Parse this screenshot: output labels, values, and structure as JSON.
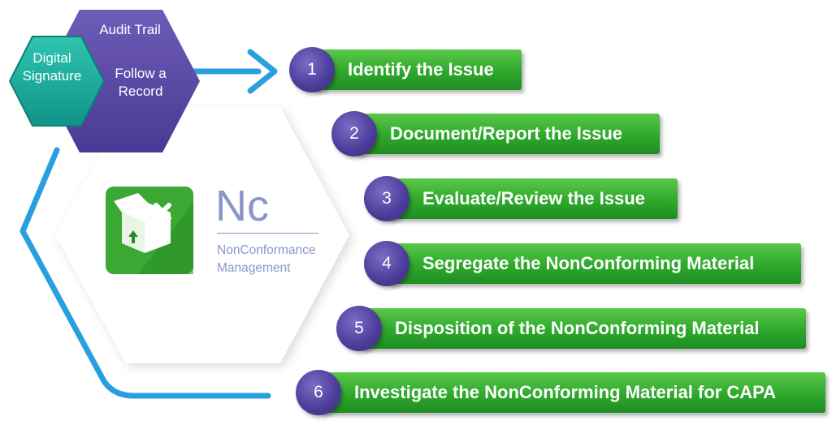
{
  "hexagons": {
    "audit_trail": "Audit Trail",
    "follow_record": "Follow a Record",
    "digital_signature": "Digital Signature"
  },
  "product": {
    "symbol": "Nc",
    "name": "NonConformance Management",
    "icon": "open-box-with-x-icon"
  },
  "steps": [
    {
      "number": "1",
      "label": "Identify the Issue"
    },
    {
      "number": "2",
      "label": "Document/Report the Issue"
    },
    {
      "number": "3",
      "label": "Evaluate/Review the Issue"
    },
    {
      "number": "4",
      "label": "Segregate the NonConforming Material"
    },
    {
      "number": "5",
      "label": "Disposition of the NonConforming Material"
    },
    {
      "number": "6",
      "label": "Investigate the NonConforming Material for CAPA"
    }
  ],
  "colors": {
    "step_green": "#2ea82c",
    "number_purple": "#4b3b98",
    "hex_purple": "#5b4aa8",
    "hex_teal": "#16a89a",
    "connector_blue": "#2a9fe0",
    "nc_text": "#8a96c8"
  }
}
